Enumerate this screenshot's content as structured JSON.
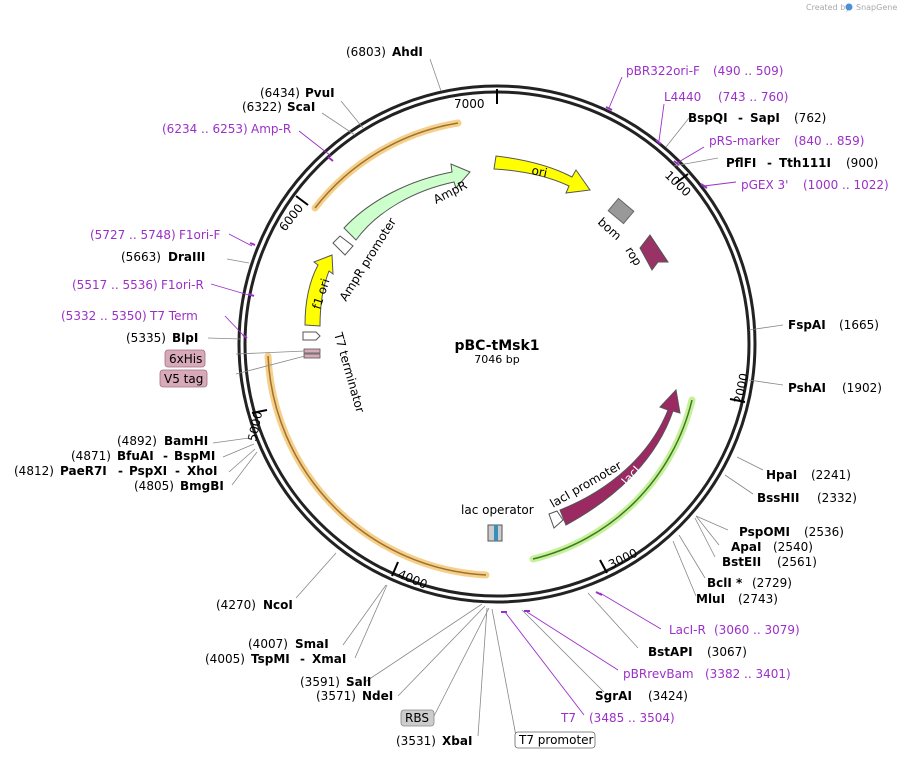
{
  "credit": {
    "text": "Created by",
    "brand": "SnapGene"
  },
  "center": {
    "name": "pBC-tMsk1",
    "size": "7046 bp"
  },
  "ring_ticks": [
    "1000",
    "2000",
    "3000",
    "4000",
    "5000",
    "6000",
    "7000"
  ],
  "sites": [
    {
      "pos": "(6803)",
      "name": "AhdI"
    },
    {
      "pos": "(6434)",
      "name": "PvuI"
    },
    {
      "pos": "(6322)",
      "name": "ScaI"
    },
    {
      "pos": "(5663)",
      "name": "DraIII"
    },
    {
      "pos": "(5335)",
      "name": "BlpI"
    },
    {
      "pos": "(4892)",
      "name": "BamHI"
    },
    {
      "pos": "(4871)",
      "name": "BfuAI",
      "name2": "BspMI"
    },
    {
      "pos": "(4812)",
      "name": "PaeR7I",
      "name2": "PspXI",
      "name3": "XhoI"
    },
    {
      "pos": "(4805)",
      "name": "BmgBI"
    },
    {
      "pos": "(4270)",
      "name": "NcoI"
    },
    {
      "pos": "(4007)",
      "name": "SmaI"
    },
    {
      "pos": "(4005)",
      "name": "TspMI",
      "name2": "XmaI"
    },
    {
      "pos": "(3591)",
      "name": "SalI"
    },
    {
      "pos": "(3571)",
      "name": "NdeI"
    },
    {
      "pos": "(3531)",
      "name": "XbaI"
    },
    {
      "pos": "(762)",
      "name": "BspQI",
      "name2": "SapI"
    },
    {
      "pos": "(900)",
      "name": "PflFI",
      "name2": "Tth111I"
    },
    {
      "pos": "(1665)",
      "name": "FspAI"
    },
    {
      "pos": "(1902)",
      "name": "PshAI"
    },
    {
      "pos": "(2241)",
      "name": "HpaI"
    },
    {
      "pos": "(2332)",
      "name": "BssHII"
    },
    {
      "pos": "(2536)",
      "name": "PspOMI"
    },
    {
      "pos": "(2540)",
      "name": "ApaI"
    },
    {
      "pos": "(2561)",
      "name": "BstEII"
    },
    {
      "pos": "(2729)",
      "name": "BclI *"
    },
    {
      "pos": "(2743)",
      "name": "MluI"
    },
    {
      "pos": "(3067)",
      "name": "BstAPI"
    },
    {
      "pos": "(3424)",
      "name": "SgrAI"
    }
  ],
  "primers": [
    {
      "name": "Amp-R",
      "range": "(6234 .. 6253)"
    },
    {
      "name": "F1ori-F",
      "range": "(5727 .. 5748)"
    },
    {
      "name": "F1ori-R",
      "range": "(5517 .. 5536)"
    },
    {
      "name": "T7 Term",
      "range": "(5332 .. 5350)"
    },
    {
      "name": "pBR322ori-F",
      "range": "(490 .. 509)"
    },
    {
      "name": "L4440",
      "range": "(743 .. 760)"
    },
    {
      "name": "pRS-marker",
      "range": "(840 .. 859)"
    },
    {
      "name": "pGEX 3'",
      "range": "(1000 .. 1022)"
    },
    {
      "name": "LacI-R",
      "range": "(3060 .. 3079)"
    },
    {
      "name": "pBRrevBam",
      "range": "(3382 .. 3401)"
    },
    {
      "name": "T7",
      "range": "(3485 .. 3504)"
    }
  ],
  "tags": {
    "his": "6xHis",
    "v5": "V5 tag",
    "rbs": "RBS",
    "t7promoter": "T7 promoter"
  },
  "features": {
    "ori": "ori",
    "bom": "bom",
    "rop": "rop",
    "ampr": "AmpR",
    "ampr_promoter": "AmpR promoter",
    "f1ori": "f1 ori",
    "t7term": "T7 terminator",
    "laci": "lacI",
    "laci_promoter": "lacI promoter",
    "lac_operator": "lac operator"
  },
  "colors": {
    "primer": "#9b30c9",
    "ori": "#ffff00",
    "ampr": "#ccffcc",
    "rop": "#993366",
    "laci": "#9b2a62",
    "bom": "#999999",
    "orf_glow": "#f5d08a",
    "laci_glow": "#c6f09a",
    "tag_fill": "#d8a9b8"
  }
}
